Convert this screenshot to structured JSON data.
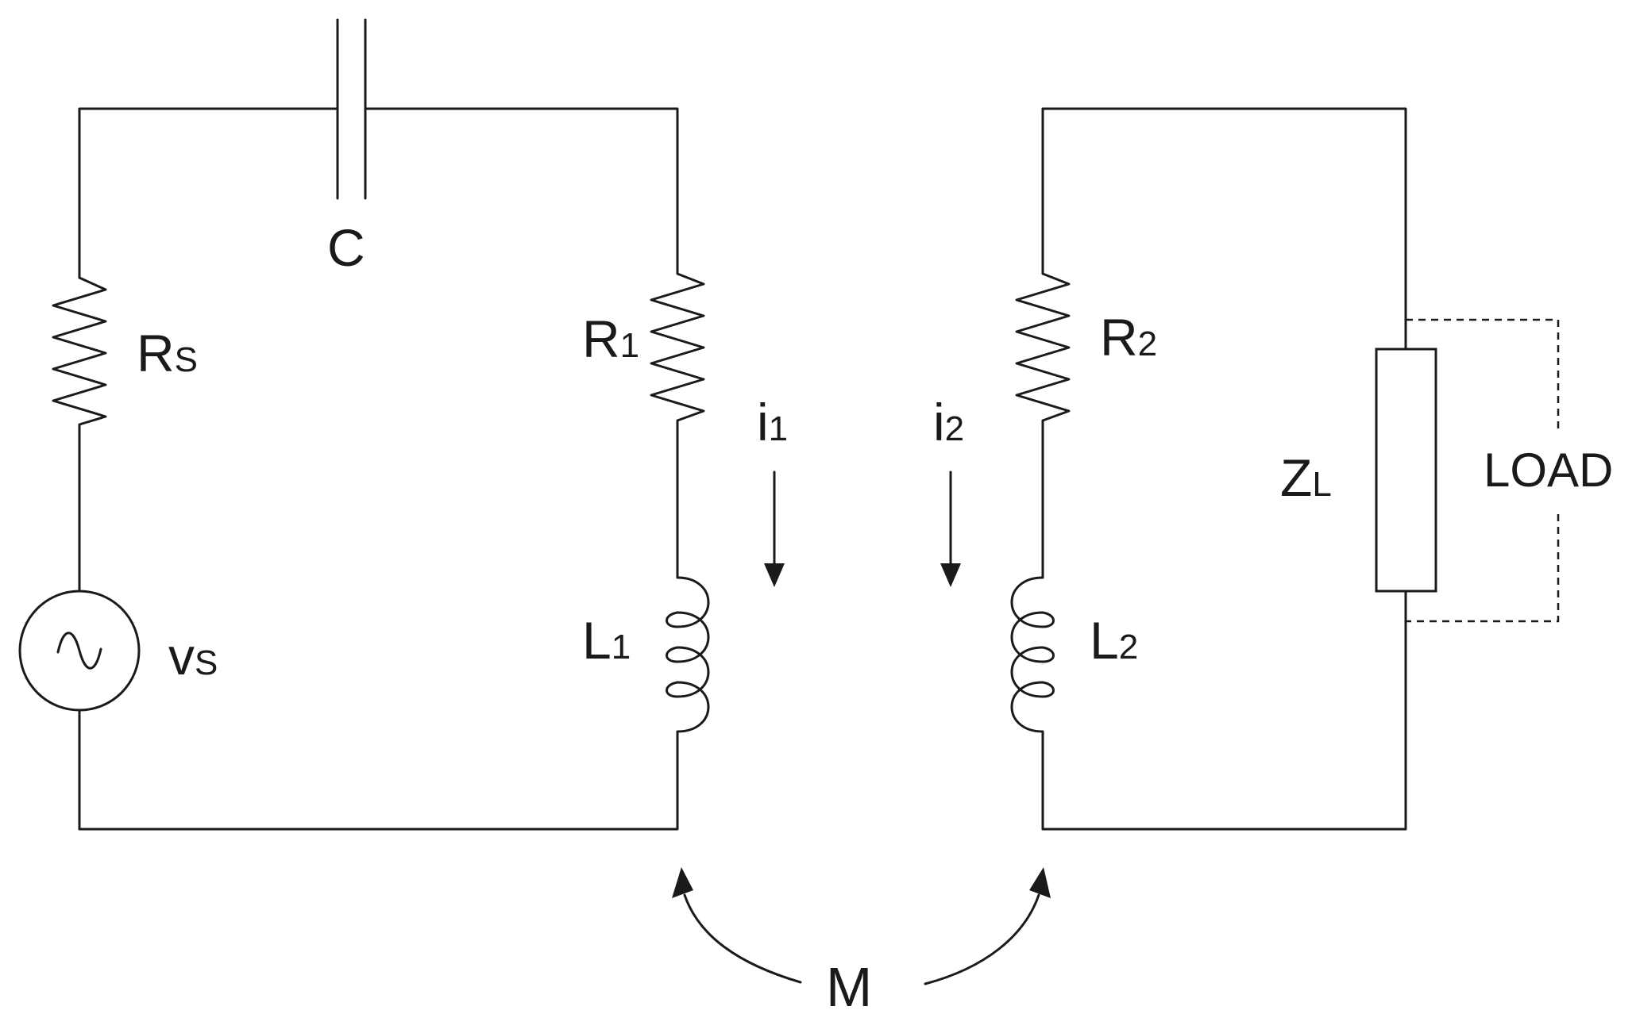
{
  "labels": {
    "capacitor": "C",
    "source_resistor": {
      "main": "R",
      "sub": "S"
    },
    "source": {
      "main": "v",
      "sub": "S"
    },
    "resistor1": {
      "main": "R",
      "sub": "1"
    },
    "inductor1": {
      "main": "L",
      "sub": "1"
    },
    "current1": {
      "main": "i",
      "sub": "1"
    },
    "current2": {
      "main": "i",
      "sub": "2"
    },
    "resistor2": {
      "main": "R",
      "sub": "2"
    },
    "inductor2": {
      "main": "L",
      "sub": "2"
    },
    "load_impedance": {
      "main": "Z",
      "sub": "L"
    },
    "load_box": "LOAD",
    "mutual": "M"
  },
  "colors": {
    "ink": "#1a1a1a",
    "background": "#ffffff"
  },
  "icons": {
    "source_symbol": "ac-source-icon",
    "resistor": "zigzag-resistor-icon",
    "inductor": "coil-inductor-icon",
    "capacitor": "parallel-plate-capacitor-icon"
  }
}
